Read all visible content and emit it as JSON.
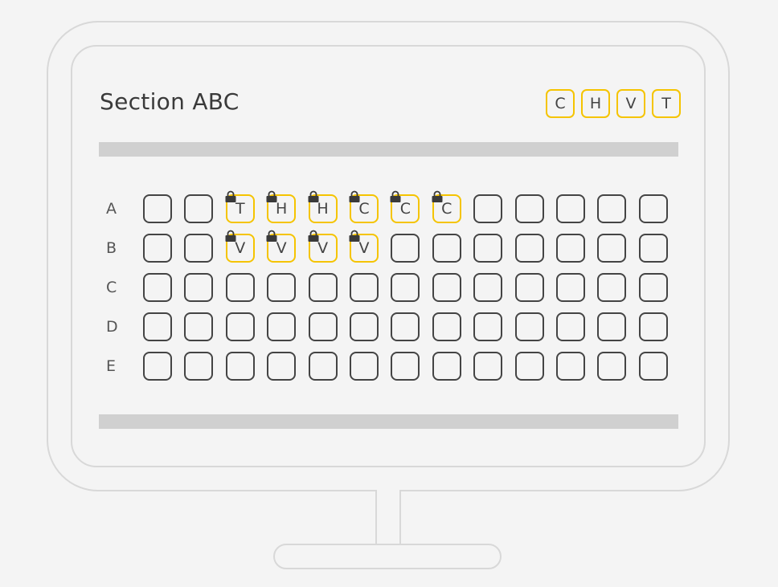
{
  "section": {
    "title": "Section ABC"
  },
  "legend": [
    {
      "label": "C"
    },
    {
      "label": "H"
    },
    {
      "label": "V"
    },
    {
      "label": "T"
    }
  ],
  "colors": {
    "accent": "#f5c400",
    "seat_border": "#444444",
    "frame": "#d8d8d8",
    "bar": "#d0d0d0",
    "background": "#f4f4f4"
  },
  "rows": [
    {
      "label": "A",
      "seats": [
        "",
        "",
        "T",
        "H",
        "H",
        "C",
        "C",
        "C",
        "",
        "",
        "",
        "",
        ""
      ]
    },
    {
      "label": "B",
      "seats": [
        "",
        "",
        "V",
        "V",
        "V",
        "V",
        "",
        "",
        "",
        "",
        "",
        "",
        ""
      ]
    },
    {
      "label": "C",
      "seats": [
        "",
        "",
        "",
        "",
        "",
        "",
        "",
        "",
        "",
        "",
        "",
        "",
        ""
      ]
    },
    {
      "label": "D",
      "seats": [
        "",
        "",
        "",
        "",
        "",
        "",
        "",
        "",
        "",
        "",
        "",
        "",
        ""
      ]
    },
    {
      "label": "E",
      "seats": [
        "",
        "",
        "",
        "",
        "",
        "",
        "",
        "",
        "",
        "",
        "",
        "",
        ""
      ]
    }
  ]
}
